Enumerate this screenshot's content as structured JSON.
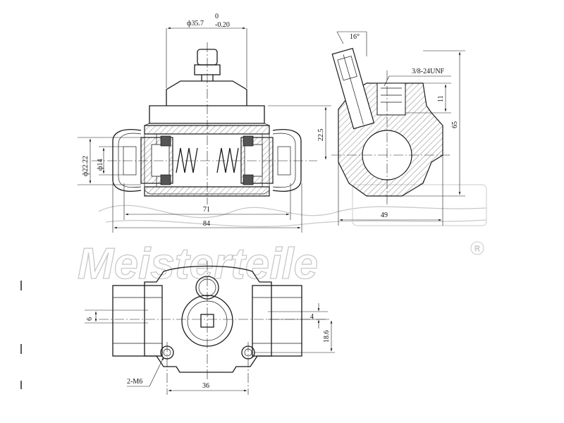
{
  "watermark": {
    "brand": "Meisterteile",
    "registered": "R"
  },
  "dimensions": {
    "bore_diameter": "ф35.7",
    "bore_tol_upper": "0",
    "bore_tol_lower": "-0.20",
    "piston_dia_outer": "ф22.22",
    "piston_dia_inner": "ф14",
    "half_height": "22.5",
    "body_length": "71",
    "overall_length": "84",
    "angle": "16°",
    "thread_spec": "3/8-24UNF",
    "thread_depth": "11",
    "side_height": "65",
    "side_width": "49",
    "flange_offset_left": "6",
    "flange_offset_right": "4",
    "flange_height": "18.6",
    "bolt_spec": "2-M6",
    "bolt_spacing": "36"
  }
}
